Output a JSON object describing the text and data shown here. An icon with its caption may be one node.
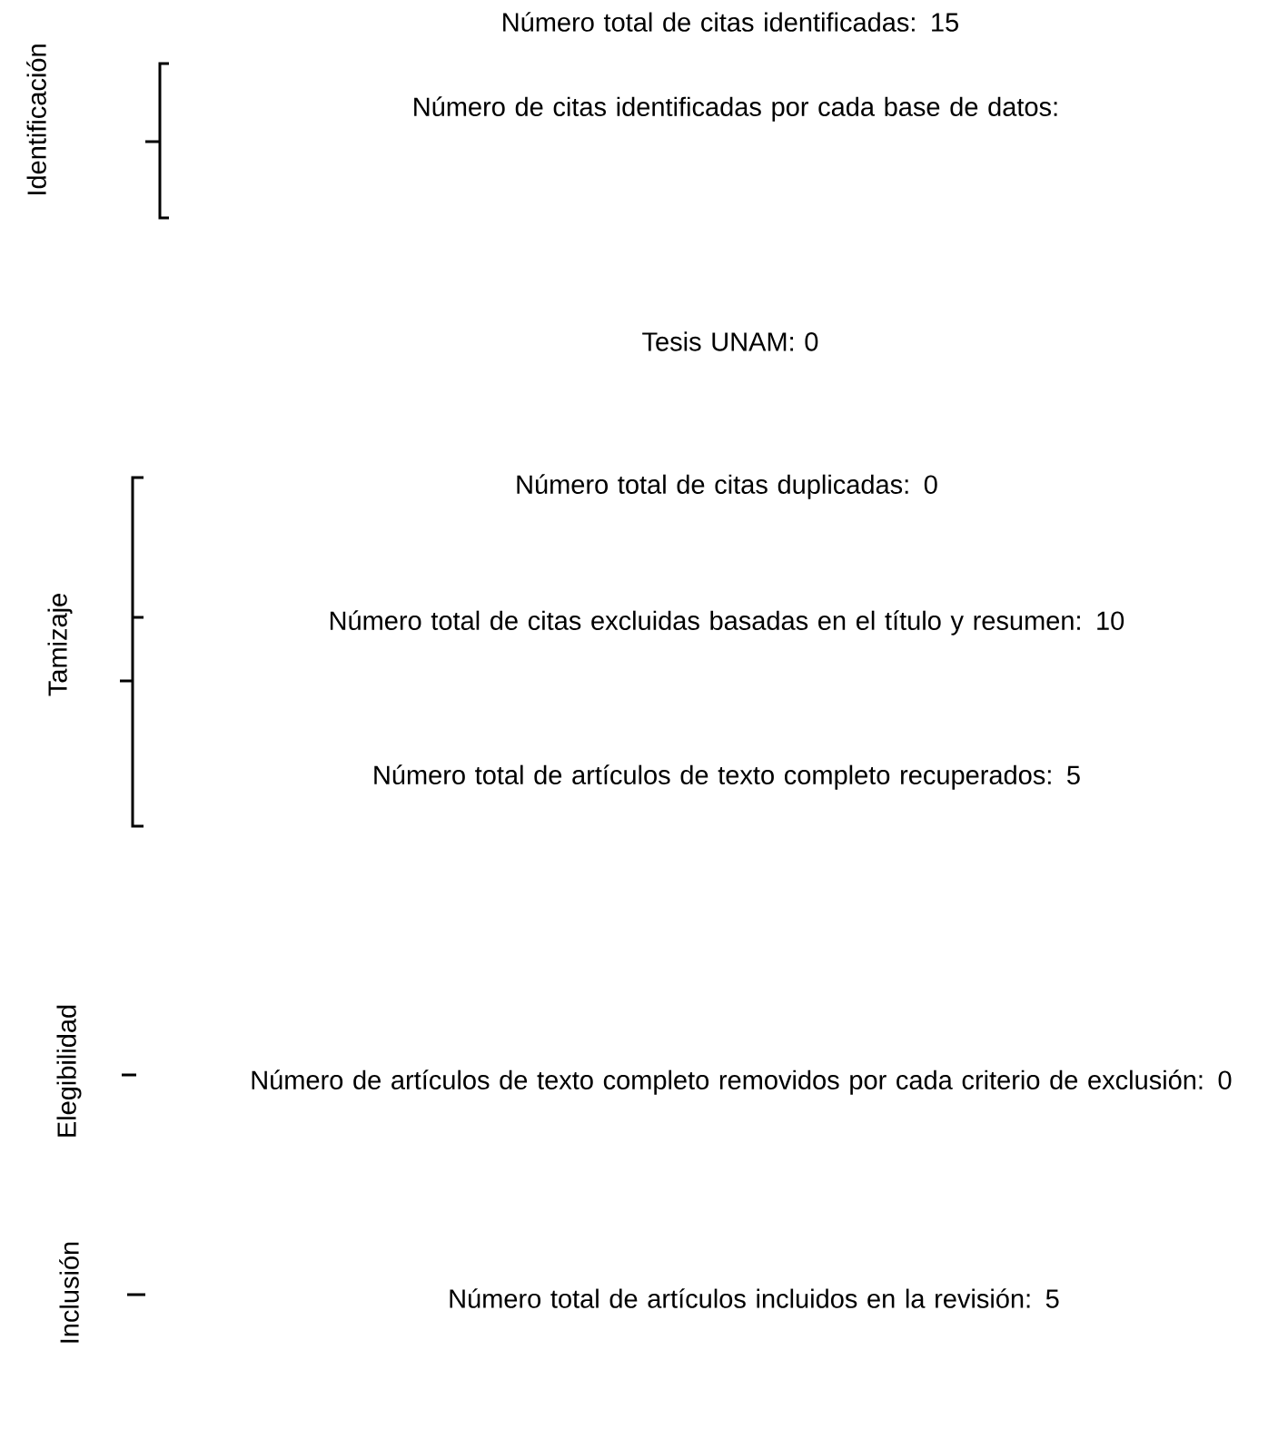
{
  "diagram": {
    "labels": [
      "Identificación",
      "Número total de citas identificadas: 15",
      "Número de citas identificadas por cada base de datos:",
      "Tesis UNAM: 0",
      "Tamizaje",
      "Número total de citas duplicadas: 0",
      "Número total de citas excluidas basadas en el título y resumen: 10",
      "Número total de artículos de texto completo recuperados: 5",
      "Elegibilidad",
      "Número de artículos de texto completo removidos por cada criterio de exclusión: 0",
      "Inclusión",
      "Número total de artículos incluidos en la revisión: 5"
    ]
  }
}
